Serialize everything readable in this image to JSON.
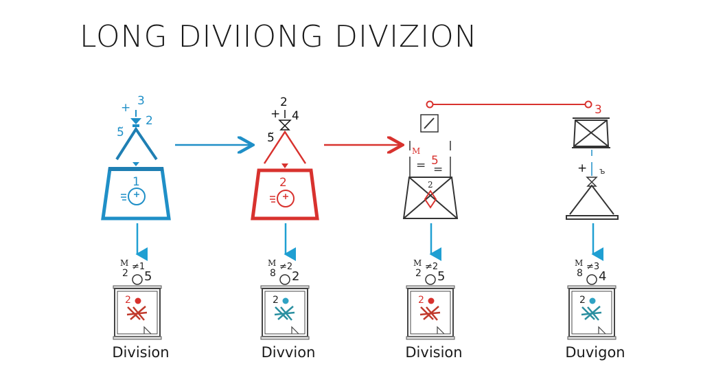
{
  "title": "LONG DIVIIONG DIVIZION",
  "colors": {
    "blue": "#1f8fc7",
    "red": "#d8322e",
    "dark": "#333333",
    "teal": "#2a8fa0"
  },
  "stages": [
    {
      "top": {
        "plus": "+",
        "a": "3",
        "b": "2",
        "c": "5̆"
      },
      "inner": "1",
      "bottom": {
        "m": "M",
        "left": "2",
        "mid": "≠1",
        "right": "5",
        "card_num": "2"
      },
      "label": "Division"
    },
    {
      "top": {
        "plus": "+",
        "a": "2",
        "b": "4",
        "c": "5̆"
      },
      "inner": "2",
      "bottom": {
        "m": "M",
        "left": "8",
        "mid": "≠2",
        "right": "2",
        "card_num": "2"
      },
      "label": "Divvion"
    },
    {
      "top": {
        "m": "M",
        "eq": "=",
        "num": "5",
        "eq2": "=",
        "inner": "2"
      },
      "bottom": {
        "m": "M",
        "left": "2",
        "mid": "≠2",
        "right": "5",
        "card_num": "2"
      },
      "label": "Division"
    },
    {
      "top": {
        "num": "3",
        "plus": "+"
      },
      "bottom": {
        "m": "M",
        "left": "8",
        "mid": "≠3",
        "right": "4",
        "card_num": "2"
      },
      "label": "Duvigon"
    }
  ]
}
